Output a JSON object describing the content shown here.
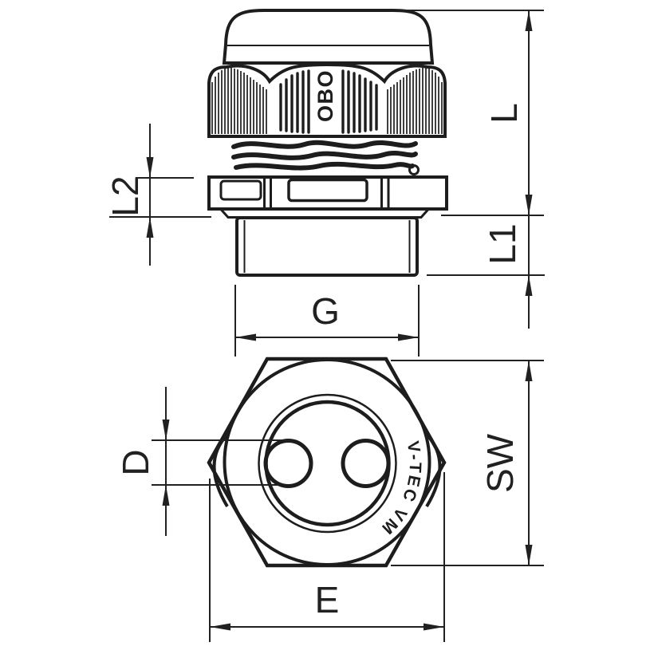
{
  "drawing": {
    "description": "Two-view technical dimension drawing of a cable gland",
    "colors": {
      "line": "#1d1d1d",
      "background": "#ffffff"
    },
    "dimensions": {
      "total_length": "L",
      "thread_length": "L1",
      "flange_height": "L2",
      "thread_size": "G",
      "hole_diameter": "D",
      "wrench_size": "SW",
      "across_corners": "E"
    },
    "markings": {
      "brand": "OBO",
      "product": "V-TEC VM"
    }
  }
}
